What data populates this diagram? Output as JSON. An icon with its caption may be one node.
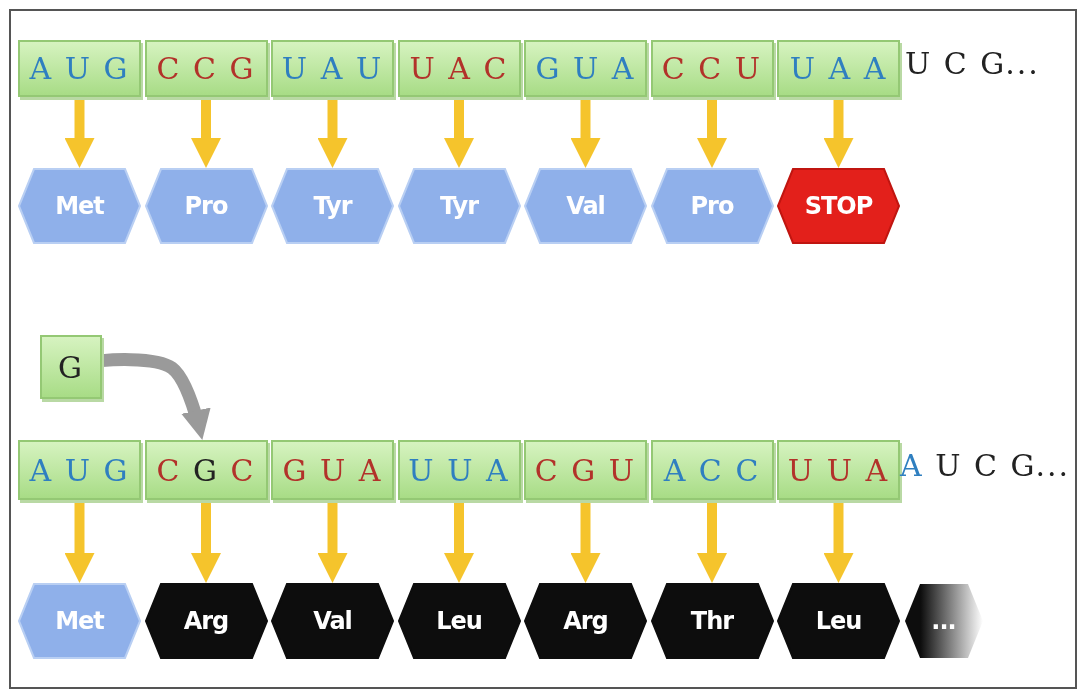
{
  "diagram": {
    "nodes": [
      {
        "text": [
          "A U G"
        ]
      },
      {
        "text": [
          "C C G"
        ]
      },
      {
        "text": [
          "U A U"
        ]
      },
      {
        "text": [
          "U A C"
        ]
      },
      {
        "text": [
          "G U A"
        ]
      },
      {
        "text": [
          "C C U"
        ]
      },
      {
        "text": [
          "U A A"
        ]
      },
      {
        "text": [
          "Met"
        ]
      },
      {
        "text": [
          "Pro"
        ]
      },
      {
        "text": [
          "Tyr"
        ]
      },
      {
        "text": [
          "Tyr"
        ]
      },
      {
        "text": [
          "Val"
        ]
      },
      {
        "text": [
          "Pro"
        ]
      },
      {
        "text": [
          "STOP"
        ]
      },
      {
        "text": [
          "G"
        ]
      },
      {
        "text": [
          "A U G"
        ]
      },
      {
        "text": [
          "C G C"
        ]
      },
      {
        "text": [
          "G U A"
        ]
      },
      {
        "text": [
          "U U A"
        ]
      },
      {
        "text": [
          "C G U"
        ]
      },
      {
        "text": [
          "A C C"
        ]
      },
      {
        "text": [
          "U U A"
        ]
      },
      {
        "text": [
          "Met"
        ]
      },
      {
        "text": [
          "Arg"
        ]
      },
      {
        "text": [
          "Val"
        ]
      },
      {
        "text": [
          "Leu"
        ]
      },
      {
        "text": [
          "Arg"
        ]
      },
      {
        "text": [
          "Thr"
        ]
      },
      {
        "text": [
          "Leu"
        ]
      },
      {
        "text": [
          "..."
        ]
      }
    ],
    "edges": [
      {
        "from": 0,
        "to": 7,
        "arrow": "to"
      },
      {
        "from": 1,
        "to": 8,
        "arrow": "to"
      },
      {
        "from": 2,
        "to": 9,
        "arrow": "to"
      },
      {
        "from": 3,
        "to": 10,
        "arrow": "to"
      },
      {
        "from": 4,
        "to": 11,
        "arrow": "to"
      },
      {
        "from": 5,
        "to": 12,
        "arrow": "to"
      },
      {
        "from": 6,
        "to": 13,
        "arrow": "to"
      },
      {
        "from": 14,
        "to": 16,
        "arrow": "to",
        "color": "#9a9a9a"
      },
      {
        "from": 15,
        "to": 22,
        "arrow": "to"
      },
      {
        "from": 16,
        "to": 23,
        "arrow": "to"
      },
      {
        "from": 17,
        "to": 24,
        "arrow": "to"
      },
      {
        "from": 18,
        "to": 25,
        "arrow": "to"
      },
      {
        "from": 19,
        "to": 26,
        "arrow": "to"
      },
      {
        "from": 20,
        "to": 27,
        "arrow": "to"
      },
      {
        "from": 21,
        "to": 28,
        "arrow": "to"
      }
    ],
    "labels": [
      "U C G...",
      "A U C G..."
    ]
  }
}
